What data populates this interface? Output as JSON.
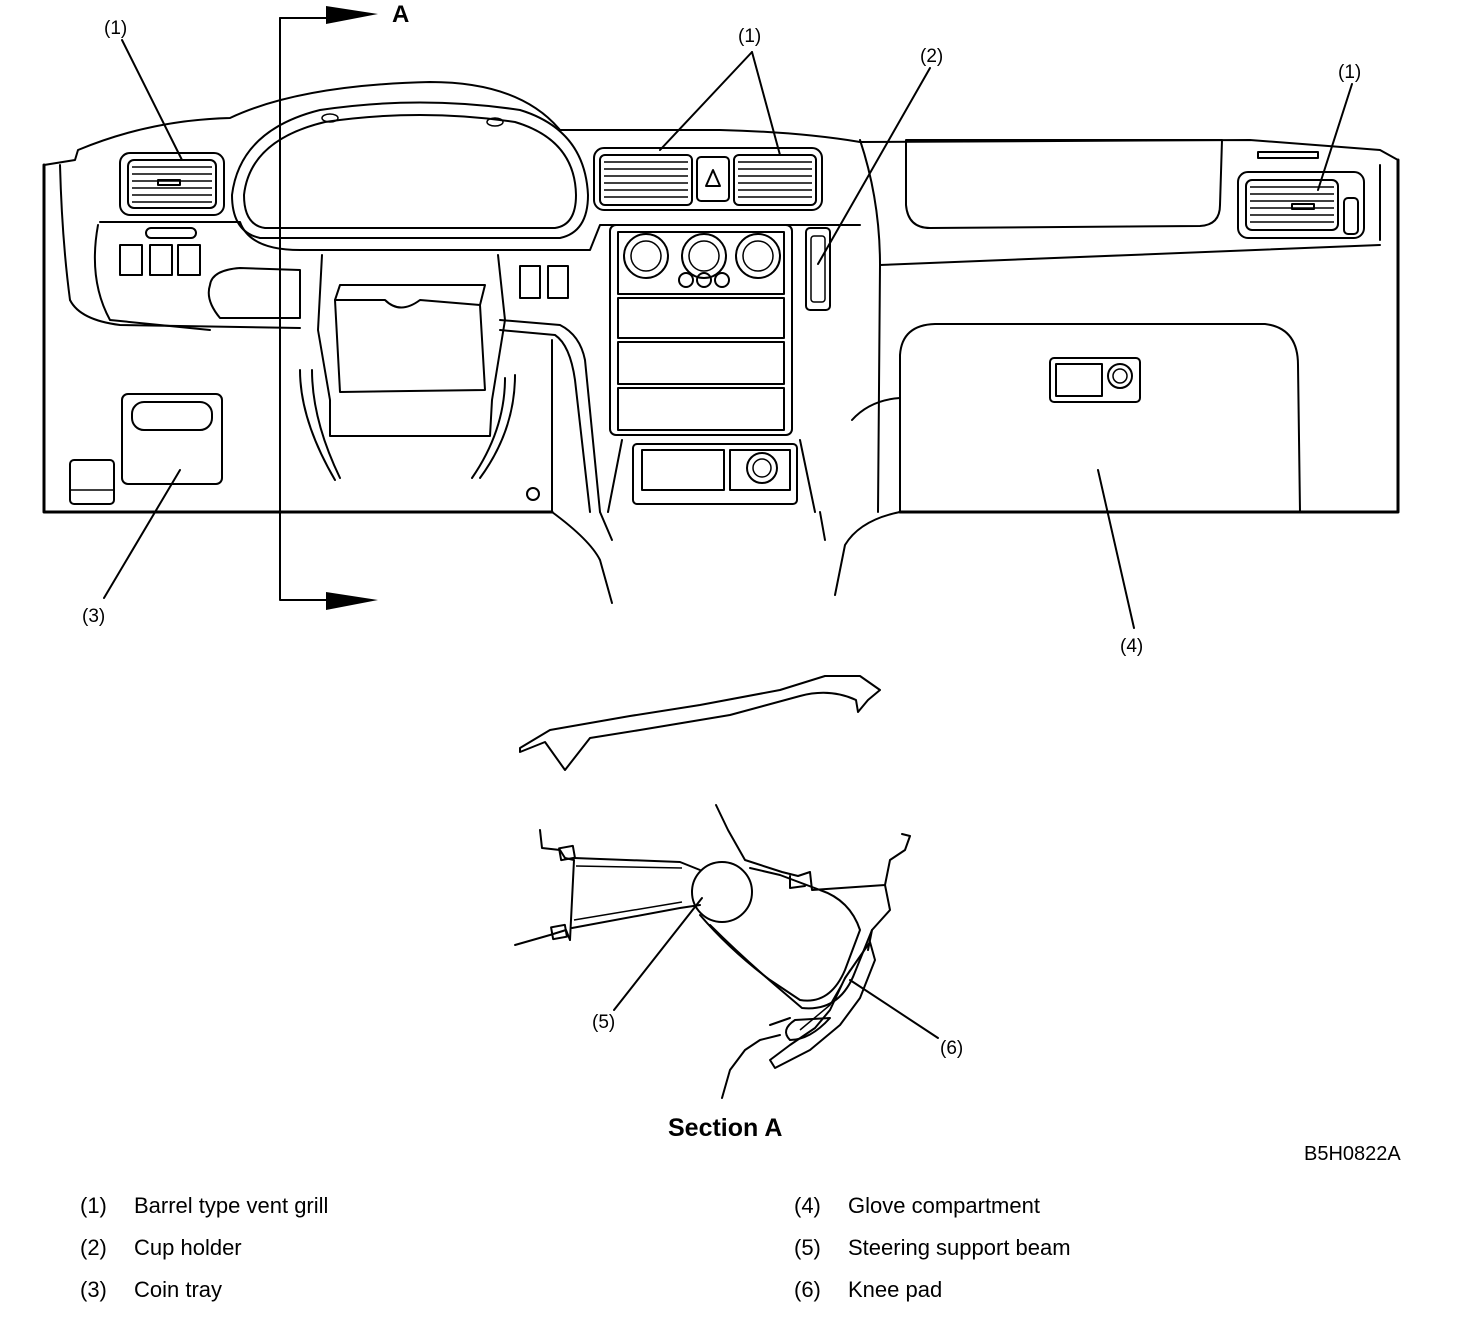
{
  "diagram": {
    "section_arrow_letter": "A",
    "section_title": "Section A",
    "figure_code": "B5H0822A",
    "callouts": {
      "left_vent": "(1)",
      "center_vents": "(1)",
      "right_vent": "(1)",
      "cup_holder": "(2)",
      "coin_tray": "(3)",
      "glove_compartment": "(4)",
      "steering_support_beam": "(5)",
      "knee_pad": "(6)"
    }
  },
  "legend": [
    {
      "number": "(1)",
      "label": "Barrel type vent grill"
    },
    {
      "number": "(2)",
      "label": "Cup holder"
    },
    {
      "number": "(3)",
      "label": "Coin tray"
    },
    {
      "number": "(4)",
      "label": "Glove compartment"
    },
    {
      "number": "(5)",
      "label": "Steering support beam"
    },
    {
      "number": "(6)",
      "label": "Knee pad"
    }
  ]
}
